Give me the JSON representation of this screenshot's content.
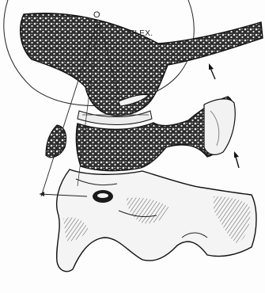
{
  "figure": {
    "labels": {
      "motion": "FLEX.",
      "center": "O"
    },
    "colors": {
      "ink": "#1a1a1a",
      "bone_fill": "#f2f2f2",
      "cancellous_fill": "#3a3a3a",
      "background": "#fdfdfd"
    },
    "icons": [
      "stipple-bone-texture",
      "hatch-shading",
      "arrow-up-icon"
    ]
  }
}
